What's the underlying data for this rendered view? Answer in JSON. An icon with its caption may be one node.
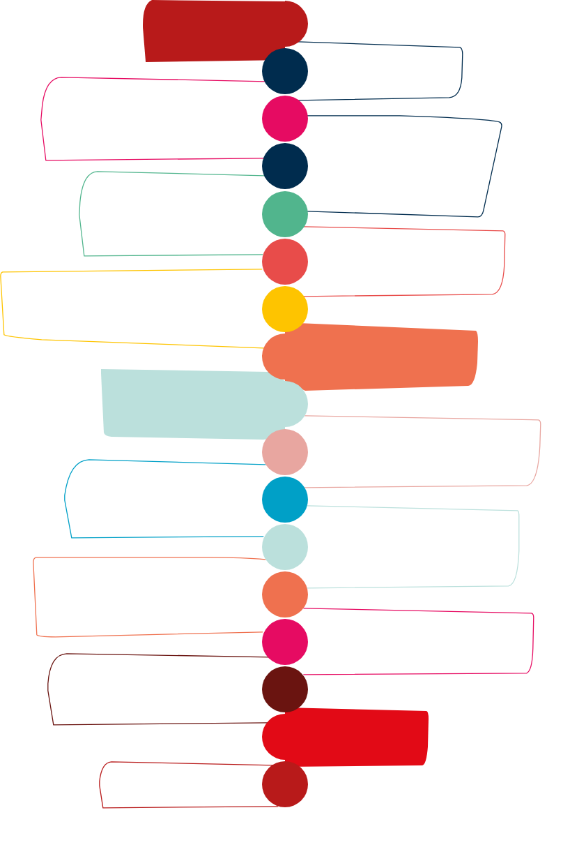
{
  "diagram": {
    "nodes": [
      {
        "text": [],
        "shape": "box"
      },
      {
        "text": [],
        "shape": "circle"
      },
      {
        "text": [],
        "shape": "circle"
      },
      {
        "text": [],
        "shape": "box"
      },
      {
        "text": [],
        "shape": "box"
      },
      {
        "text": [],
        "shape": "circle"
      },
      {
        "text": [],
        "shape": "circle"
      },
      {
        "text": [],
        "shape": "box"
      },
      {
        "text": [],
        "shape": "box"
      },
      {
        "text": [],
        "shape": "circle"
      },
      {
        "text": [],
        "shape": "circle"
      },
      {
        "text": [],
        "shape": "box"
      },
      {
        "text": [],
        "shape": "box"
      },
      {
        "text": [],
        "shape": "circle"
      },
      {
        "text": [],
        "shape": "circle"
      },
      {
        "text": [],
        "shape": "box"
      },
      {
        "text": [],
        "shape": "box"
      },
      {
        "text": [],
        "shape": "circle"
      },
      {
        "text": [],
        "shape": "circle"
      },
      {
        "text": [],
        "shape": "box"
      },
      {
        "text": [],
        "shape": "box"
      },
      {
        "text": [],
        "shape": "circle"
      },
      {
        "text": [],
        "shape": "circle"
      },
      {
        "text": [],
        "shape": "box"
      },
      {
        "text": [],
        "shape": "box"
      },
      {
        "text": [],
        "shape": "circle"
      },
      {
        "text": [],
        "shape": "circle"
      },
      {
        "text": [],
        "shape": "box"
      },
      {
        "text": [],
        "shape": "box"
      },
      {
        "text": [],
        "shape": "circle"
      },
      {
        "text": [],
        "shape": "circle"
      },
      {
        "text": [],
        "shape": "box"
      },
      {
        "text": [],
        "shape": "box"
      },
      {
        "text": [],
        "shape": "circle"
      }
    ]
  }
}
